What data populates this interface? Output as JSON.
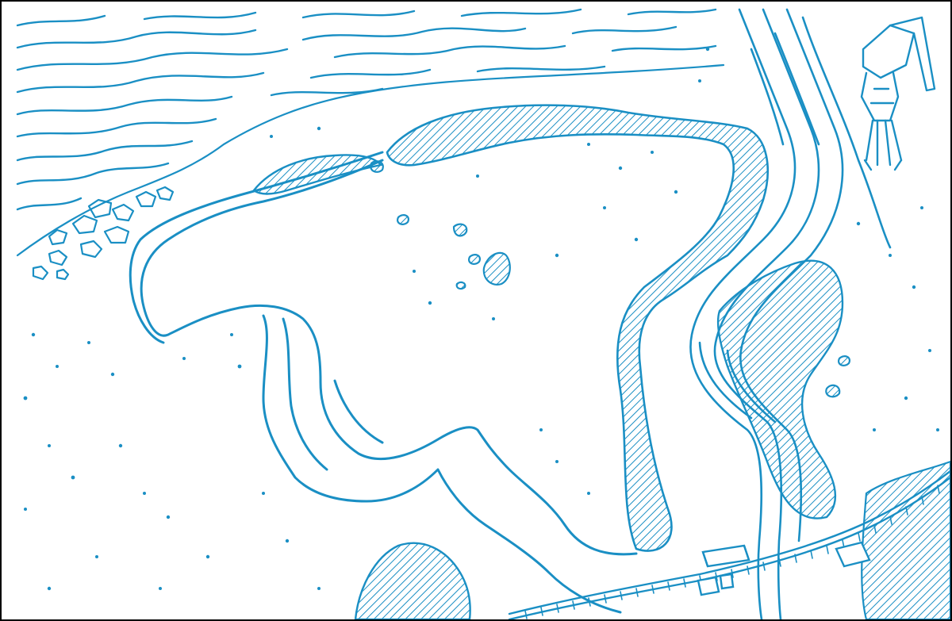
{
  "map": {
    "style": "hand-drawn line illustration, single ink colour, no text labels",
    "colors": {
      "ink": "#1a8fc4",
      "paper": "#ffffff",
      "frame": "#000000"
    },
    "features": [
      "sea-waves",
      "rocky-shoreline",
      "lagoon-shore-outline",
      "hatched-embankments",
      "small-islets",
      "river-channel",
      "railway-track",
      "harbour-crane",
      "small-buildings",
      "hatched-hill"
    ]
  }
}
